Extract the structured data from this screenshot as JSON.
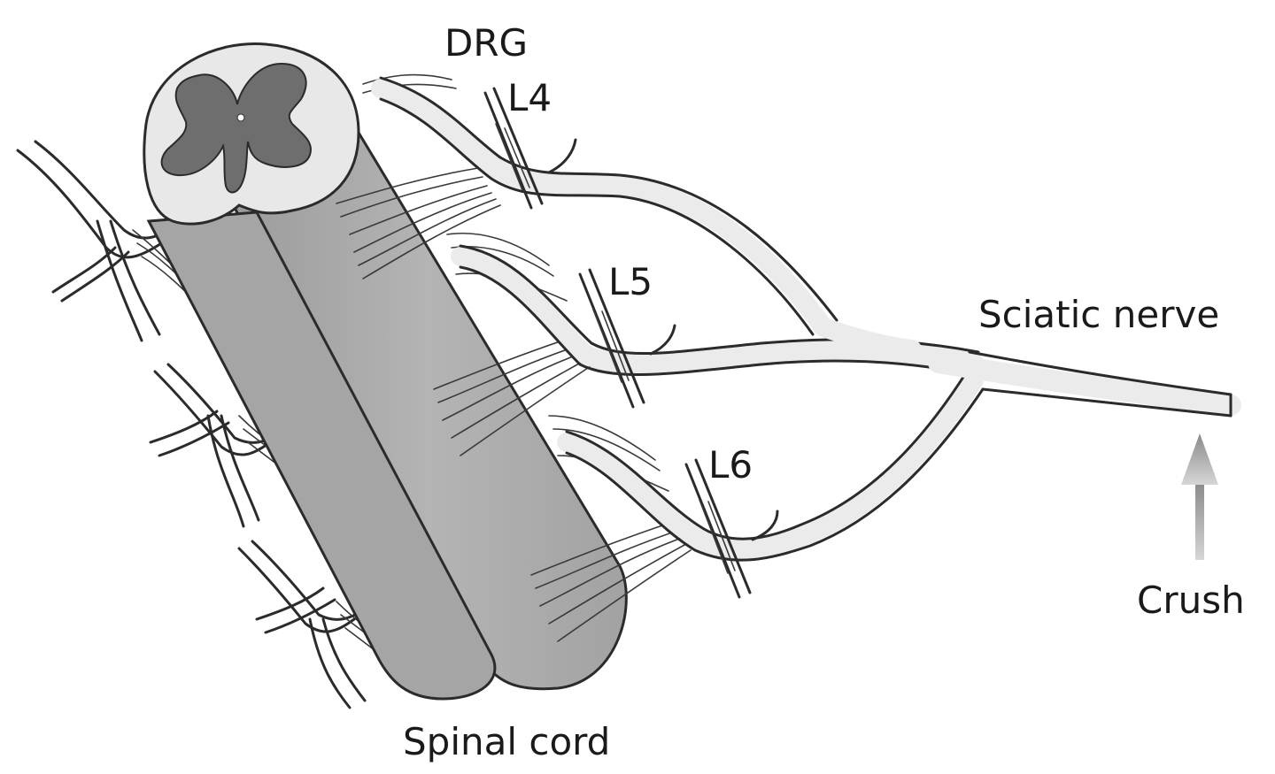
{
  "labels": {
    "drg": "DRG",
    "l4": "L4",
    "l5": "L5",
    "l6": "L6",
    "sciatic": "Sciatic nerve",
    "crush": "Crush",
    "spinal_cord": "Spinal cord"
  },
  "colors": {
    "cord_body": "#a9a9a9",
    "cord_shadow": "#8e8e8e",
    "white_matter": "#e8e8e8",
    "grey_matter": "#6e6e6e",
    "nerve": "#ebebeb",
    "outline": "#2b2b2b",
    "arrow": "#a0a0a0"
  }
}
